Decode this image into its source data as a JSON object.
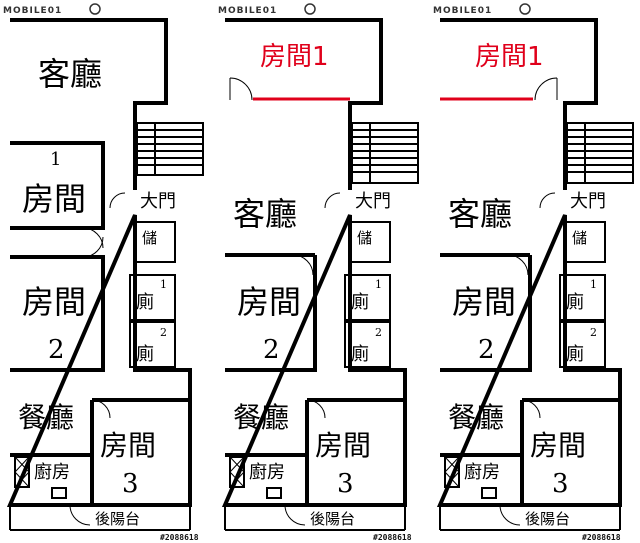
{
  "watermark": "MOBILE01",
  "image_ids": [
    "#2088618",
    "#2088618",
    "#2088618"
  ],
  "plan1": {
    "living_room": "客廳",
    "room1_label": "房間",
    "room1_num": "1",
    "main_door": "大門",
    "storage": "儲",
    "room2_label": "房間",
    "room2_num": "2",
    "wc1": "廁",
    "wc1_num": "1",
    "wc2": "廁",
    "wc2_num": "2",
    "dining": "餐廳",
    "room3_label": "房間",
    "room3_num": "3",
    "kitchen": "廚房",
    "balcony": "後陽台"
  },
  "plan2": {
    "room1": "房間1",
    "living_room": "客廳",
    "main_door": "大門",
    "storage": "儲",
    "room2_label": "房間",
    "room2_num": "2",
    "wc1": "廁",
    "wc1_num": "1",
    "wc2": "廁",
    "wc2_num": "2",
    "dining": "餐廳",
    "room3_label": "房間",
    "room3_num": "3",
    "kitchen": "廚房",
    "balcony": "後陽台"
  },
  "plan3": {
    "room1": "房間1",
    "living_room": "客廳",
    "main_door": "大門",
    "storage": "儲",
    "room2_label": "房間",
    "room2_num": "2",
    "wc1": "廁",
    "wc1_num": "1",
    "wc2": "廁",
    "wc2_num": "2",
    "dining": "餐廳",
    "room3_label": "房間",
    "room3_num": "3",
    "kitchen": "廚房",
    "balcony": "後陽台"
  },
  "colors": {
    "wall": "#000000",
    "highlight": "#e0001b",
    "background": "#ffffff"
  }
}
